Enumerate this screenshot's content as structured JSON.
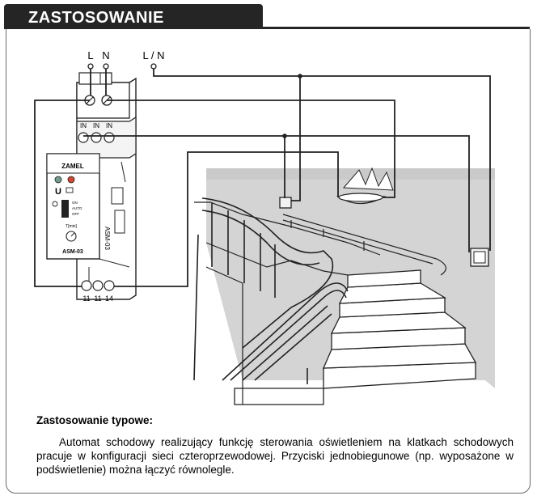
{
  "header": {
    "title": "ZASTOSOWANIE"
  },
  "terminals": {
    "L": "L",
    "N": "N",
    "LN": "L / N"
  },
  "device": {
    "brand": "ZAMEL",
    "model": "ASM-03",
    "side_text": "ASM-03",
    "u_symbol": "U",
    "in_labels": [
      "IN",
      "IN",
      "IN"
    ],
    "switch_positions": [
      "ON",
      "AUTO",
      "OFF"
    ],
    "knob_label": "T[min]",
    "bottom_terminals": [
      "11",
      "11",
      "14"
    ]
  },
  "caption": {
    "title": "Zastosowanie typowe:",
    "body": "Automat schodowy realizujący funkcję sterowania oświetleniem na klatkach schodowych pracuje w konfiguracji sieci czteroprzewodowej. Przyciski jednobiegunowe (np. wyposażone w podświetlenie) można łączyć równolegle."
  },
  "colors": {
    "header_bg": "#252525",
    "wall": "#d4d4d4",
    "led_green": "#6f9e8a",
    "led_red": "#d9442e"
  }
}
